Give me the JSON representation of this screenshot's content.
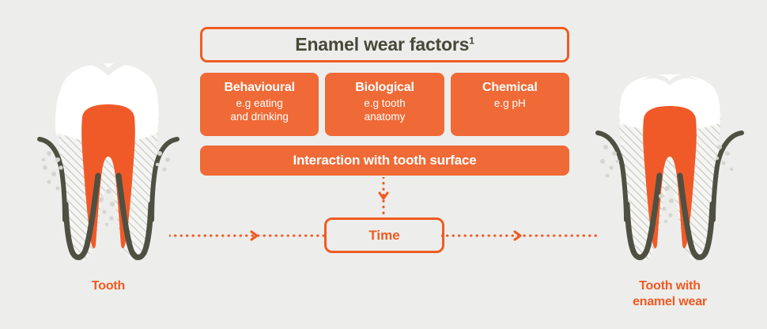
{
  "background_color": "#ededeb",
  "colors": {
    "orange_fill": "#ef6a36",
    "orange_stroke": "#ee5c23",
    "orange_text": "#ef5a22",
    "dark_text": "#474839",
    "tooth_root_outline": "#4f5042",
    "enamel_white": "#ffffff",
    "dentin_hatch": "#c9c9c1"
  },
  "diagram": {
    "title": {
      "text": "Enamel wear factors",
      "footnote_marker": "1"
    },
    "factors": [
      {
        "name": "Behavioural",
        "example": "e.g eating and drinking",
        "example_line1": "e.g eating",
        "example_line2": "and drinking"
      },
      {
        "name": "Biological",
        "example": "e.g tooth anatomy",
        "example_line1": "e.g tooth",
        "example_line2": "anatomy"
      },
      {
        "name": "Chemical",
        "example": "e.g pH",
        "example_line1": "e.g pH",
        "example_line2": ""
      }
    ],
    "interaction": {
      "label": "Interaction with tooth surface"
    },
    "time": {
      "label": "Time"
    },
    "connectors": {
      "vertical_arrow": "dotted-arrow-down-icon",
      "left_arrow": "dotted-arrow-right-icon",
      "right_arrow": "dotted-arrow-right-icon"
    }
  },
  "illustrations": {
    "left": {
      "label": "Tooth",
      "label_line1": "Tooth",
      "label_line2": "",
      "icon": "healthy-tooth-icon"
    },
    "right": {
      "label": "Tooth with enamel wear",
      "label_line1": "Tooth with",
      "label_line2": "enamel wear",
      "icon": "worn-tooth-icon"
    }
  }
}
